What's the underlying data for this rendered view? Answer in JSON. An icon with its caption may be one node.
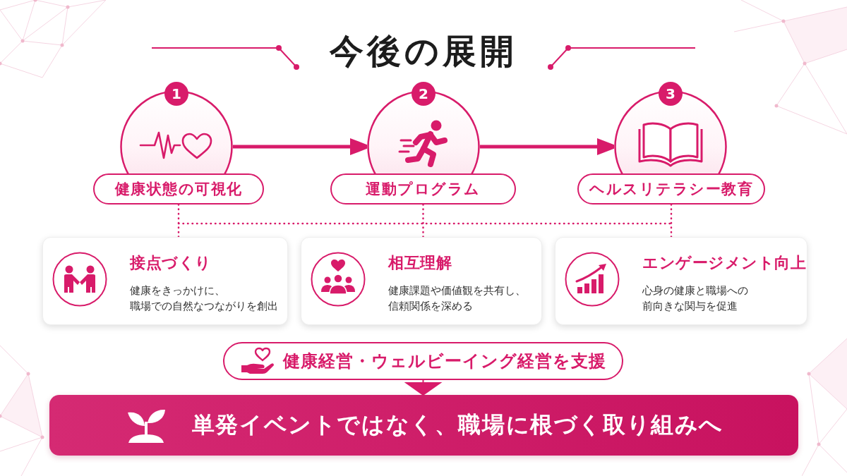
{
  "diagram": {
    "title": "今後の展開",
    "nodes": [
      {
        "text": [
          "1"
        ]
      },
      {
        "text": [
          "2"
        ]
      },
      {
        "text": [
          "3"
        ]
      },
      {
        "text": [
          "健康状態の可視化"
        ]
      },
      {
        "text": [
          "運動プログラム"
        ]
      },
      {
        "text": [
          "ヘルスリテラシー教育"
        ]
      },
      {
        "text": [
          "接点づくり",
          "健康をきっかけに、職場での自然なつながりを創出"
        ]
      },
      {
        "text": [
          "相互理解",
          "健康課題や価値観を共有し、信頼関係を深める"
        ]
      },
      {
        "text": [
          "エンゲージメント向上",
          "心身の健康と職場への前向きな関与を促進"
        ]
      },
      {
        "text": [
          "健康経営・ウェルビーイング経営を支援"
        ]
      },
      {
        "text": [
          "単発イベントではなく、職場に根づく取り組みへ"
        ]
      }
    ],
    "edges": [
      {
        "from": 0,
        "to": 1,
        "arrow": "to",
        "style": "thick"
      },
      {
        "from": 1,
        "to": 2,
        "arrow": "to",
        "style": "thick"
      },
      {
        "from": 3,
        "to": 6,
        "arrow": "none",
        "style": "dashed"
      },
      {
        "from": 4,
        "to": 7,
        "arrow": "none",
        "style": "dashed"
      },
      {
        "from": 5,
        "to": 8,
        "arrow": "none",
        "style": "dashed"
      },
      {
        "from": 9,
        "to": 10,
        "arrow": "to"
      }
    ]
  }
}
